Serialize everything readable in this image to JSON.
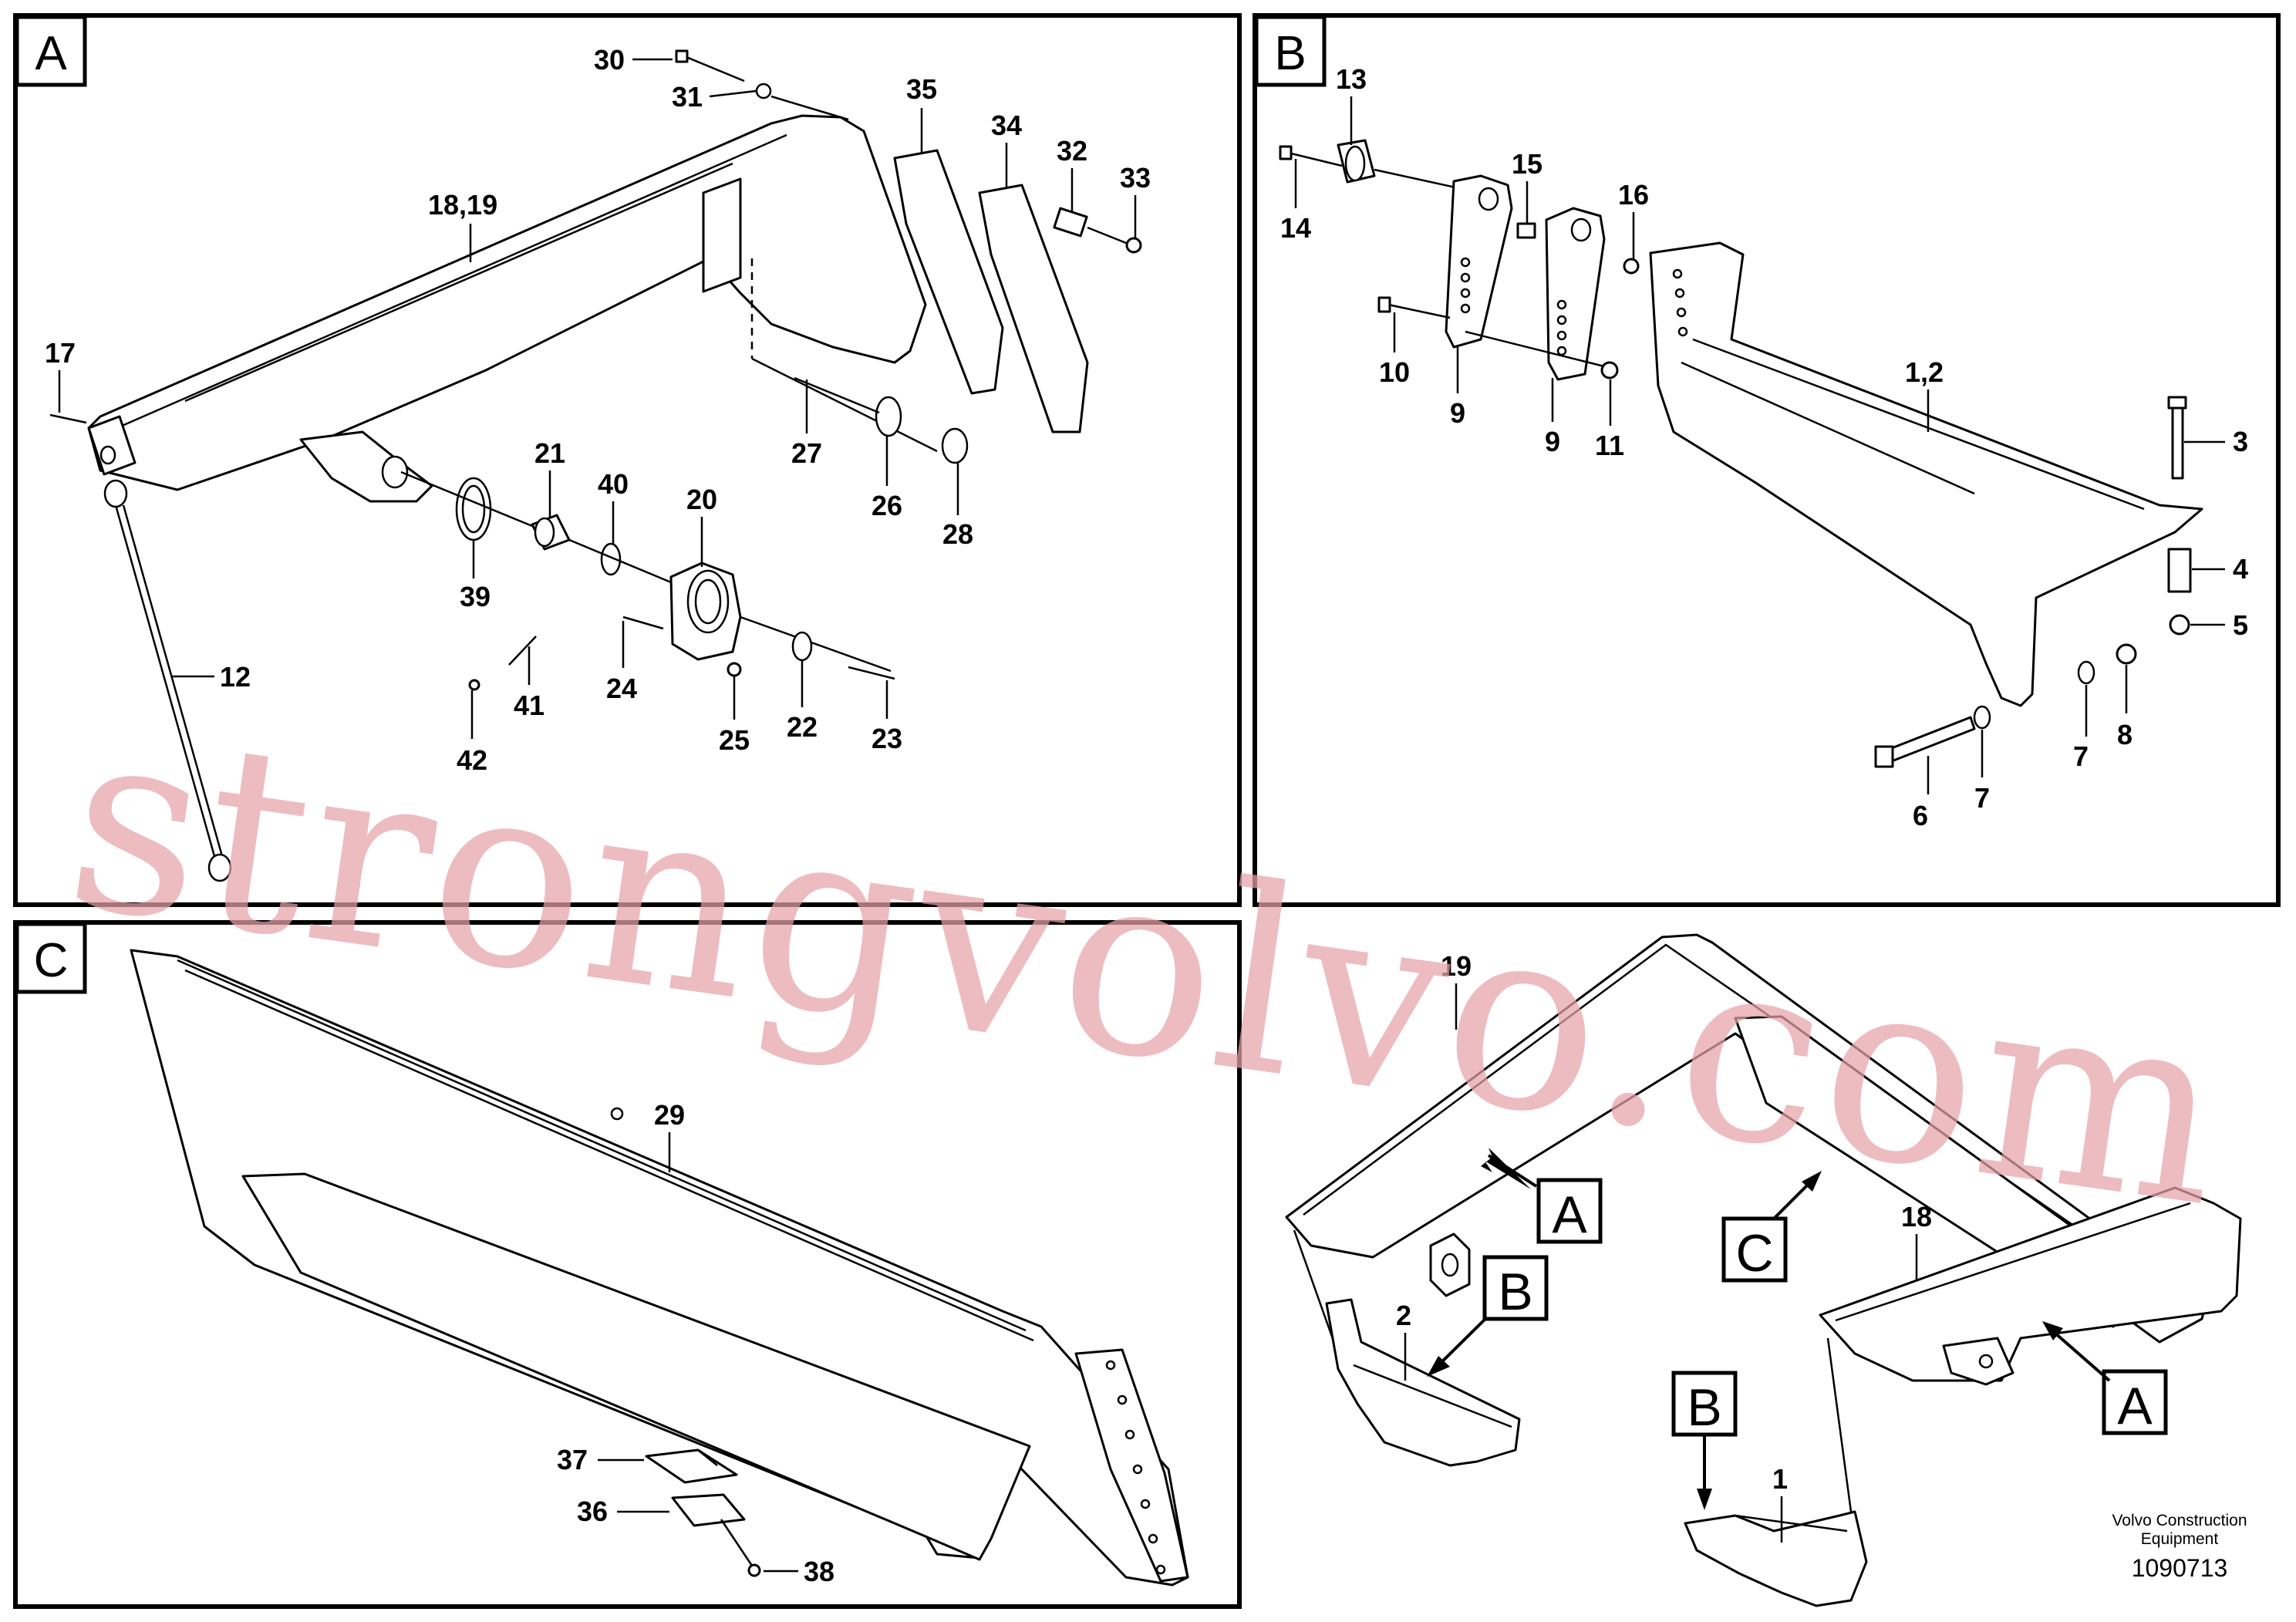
{
  "panels": {
    "a": {
      "letter": "A"
    },
    "b": {
      "letter": "B"
    },
    "c": {
      "letter": "C"
    }
  },
  "labels_a": {
    "l30": "30",
    "l31": "31",
    "l35": "35",
    "l34": "34",
    "l32": "32",
    "l33": "33",
    "l1819": "18,19",
    "l17": "17",
    "l27": "27",
    "l26": "26",
    "l28": "28",
    "l21": "21",
    "l40": "40",
    "l20": "20",
    "l39": "39",
    "l12": "12",
    "l41": "41",
    "l42": "42",
    "l24": "24",
    "l25": "25",
    "l22": "22",
    "l23": "23"
  },
  "labels_b": {
    "l13": "13",
    "l15": "15",
    "l16": "16",
    "l14": "14",
    "l10": "10",
    "l9a": "9",
    "l9b": "9",
    "l11": "11",
    "l12b": "1,2",
    "l3": "3",
    "l4": "4",
    "l5": "5",
    "l6": "6",
    "l7a": "7",
    "l7b": "7",
    "l8": "8"
  },
  "labels_c": {
    "l29": "29",
    "l37": "37",
    "l36": "36",
    "l38": "38"
  },
  "labels_overview": {
    "l19": "19",
    "l18": "18",
    "l2": "2",
    "l1": "1",
    "callout_a1": "A",
    "callout_a2": "A",
    "callout_b1": "B",
    "callout_b2": "B",
    "callout_c": "C"
  },
  "watermark": "strongvolvo.com",
  "footer": {
    "line1": "Volvo Construction",
    "line2": "Equipment",
    "number": "1090713"
  }
}
